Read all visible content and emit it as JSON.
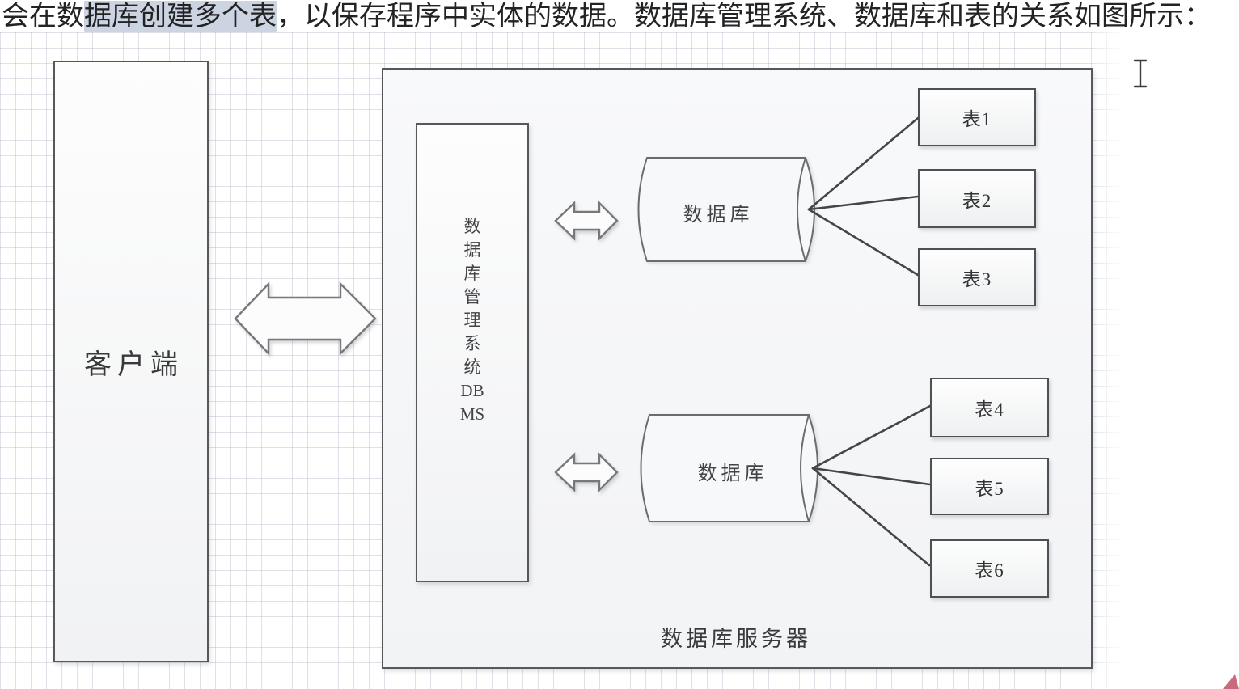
{
  "title": {
    "pre": "会在数",
    "highlight": "据库创建多个表",
    "post": "，以保存程序中实体的数据。数据库管理系统、数据库和表的关系如图所示："
  },
  "client": {
    "label": "客户端"
  },
  "server": {
    "label": "数据库服务器"
  },
  "dbms": {
    "lines": [
      "数",
      "据",
      "库",
      "管",
      "理",
      "系",
      "统",
      "DB",
      "MS"
    ]
  },
  "databases": [
    {
      "label": "数据库",
      "tables": [
        "表1",
        "表2",
        "表3"
      ]
    },
    {
      "label": "数据库",
      "tables": [
        "表4",
        "表5",
        "表6"
      ]
    }
  ],
  "tables": [
    {
      "label": "表1"
    },
    {
      "label": "表2"
    },
    {
      "label": "表3"
    },
    {
      "label": "表4"
    },
    {
      "label": "表5"
    },
    {
      "label": "表6"
    }
  ],
  "icons": {
    "text_cursor": "i-beam-text-cursor",
    "corner_mark": "red-corner-triangle"
  },
  "colors": {
    "selection_highlight": "#ccd4e1",
    "grid_line": "#a8b0c0",
    "box_border": "#57585c",
    "connector": "#454547",
    "corner_mark": "#c0566c"
  }
}
